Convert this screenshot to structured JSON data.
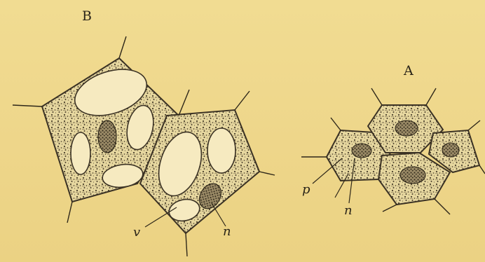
{
  "figure": {
    "labels": {
      "fig_b": "B",
      "fig_a": "A",
      "vacuole": "v",
      "nucleus_b": "n",
      "protoplasm": "p",
      "nucleus_a": "n"
    },
    "colors": {
      "paper": "#efd98e",
      "cell_fill": "#e6d79f",
      "ink": "#3b3224",
      "vacuole": "#f6eac0"
    }
  }
}
